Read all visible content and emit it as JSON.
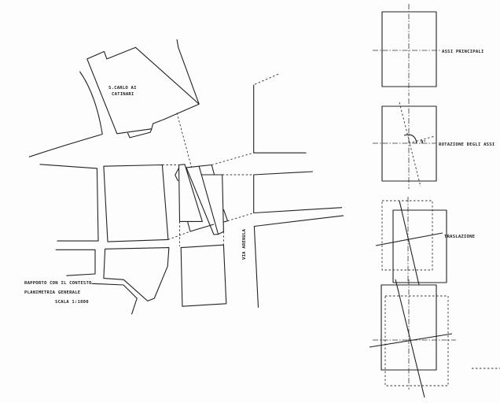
{
  "site_plan": {
    "church_label_line1": "S.CARLO AI",
    "church_label_line2": "CATINARI",
    "street_label": "VIA ARENULA",
    "caption_line1": "RAPPORTO CON IL CONTESTO",
    "caption_line2": "PLANIMETRIA GENERALE",
    "caption_line3": "SCALA 1:1000"
  },
  "axis_diagrams": [
    {
      "label": "ASSI PRINCIPALI"
    },
    {
      "label": "ROTAZIONE DEGLI ASSI",
      "angle_mark": "9°"
    },
    {
      "label": "TRASLAZIONE"
    },
    {
      "label": ""
    }
  ]
}
